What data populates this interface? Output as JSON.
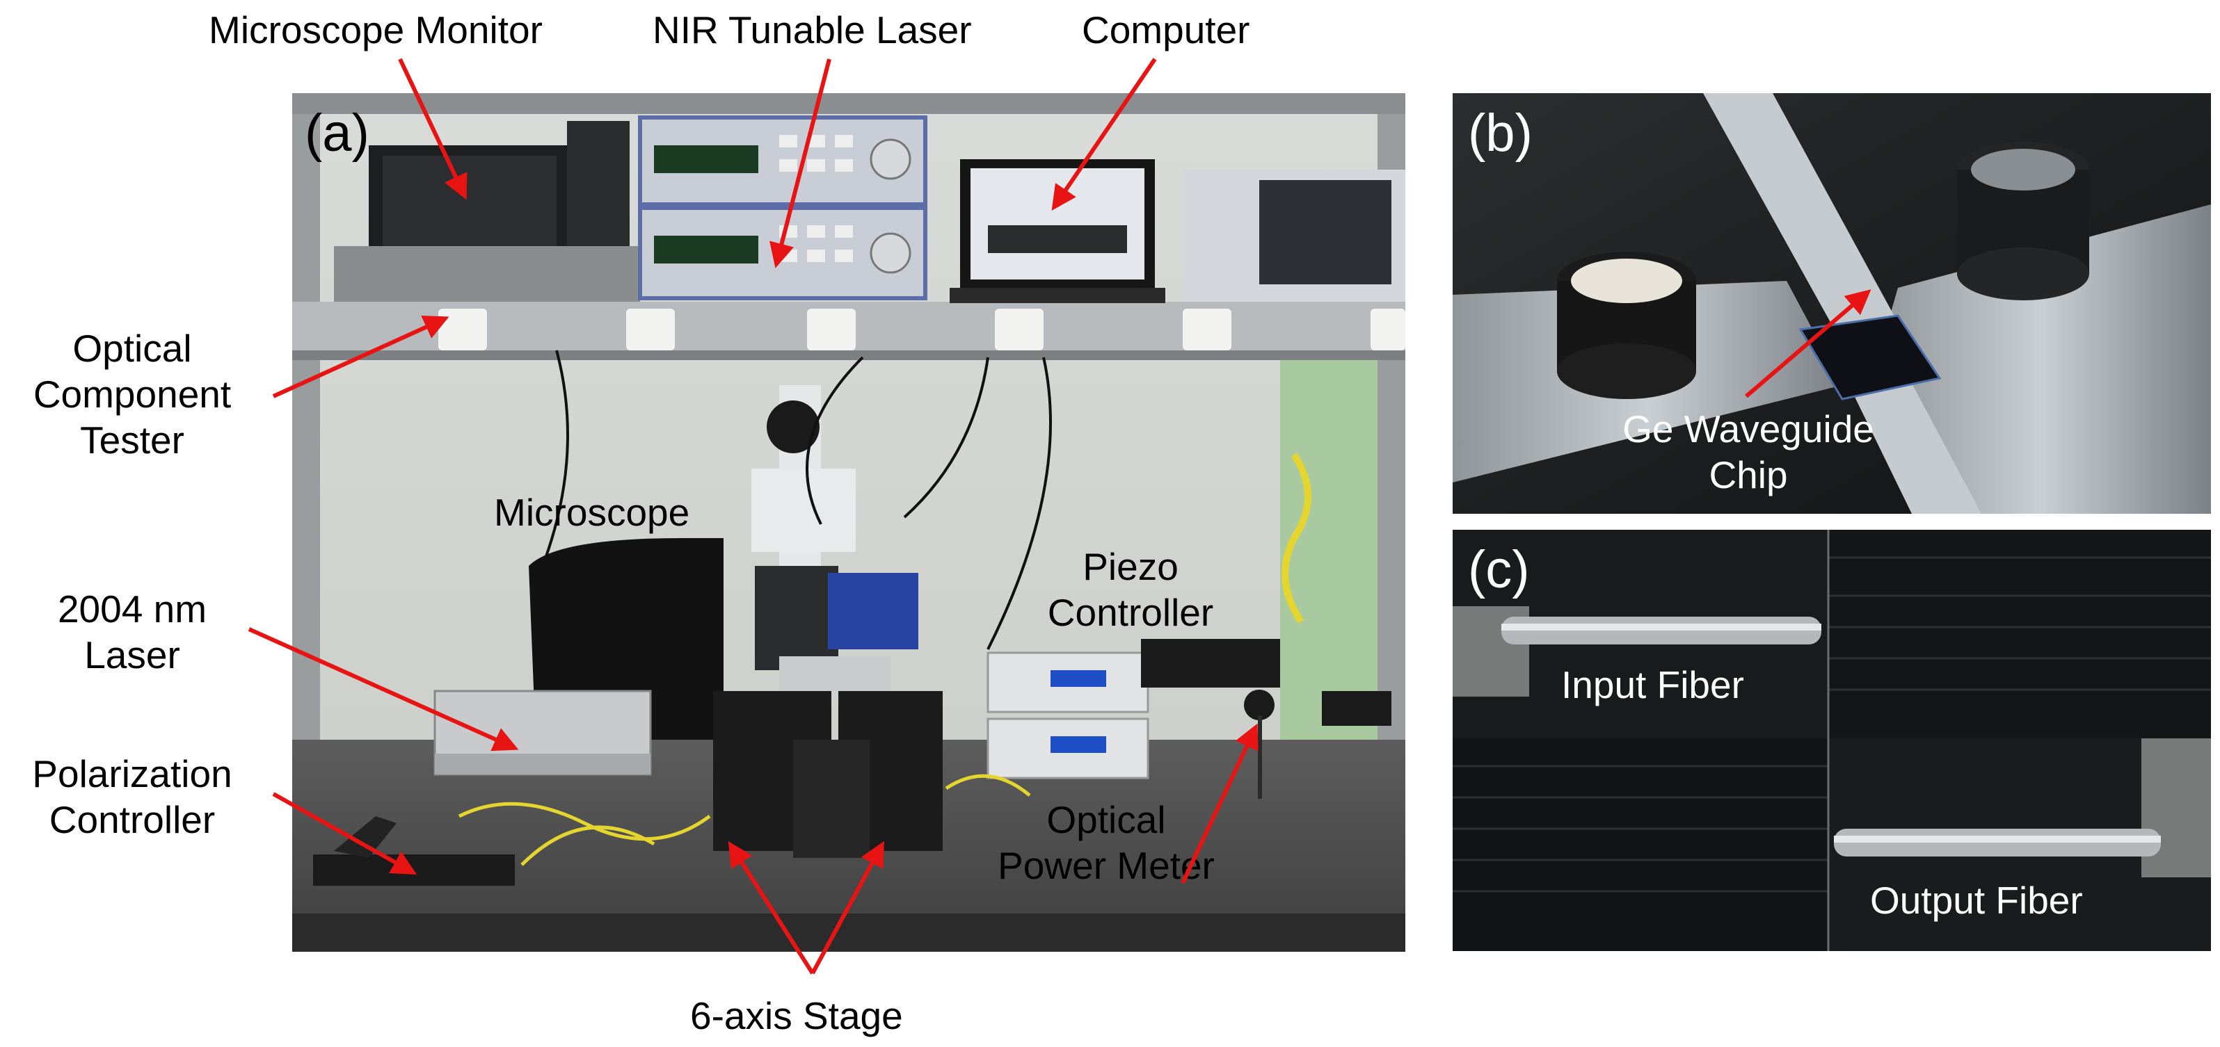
{
  "panels": {
    "a": {
      "letter": "(a)"
    },
    "b": {
      "letter": "(b)"
    },
    "c": {
      "letter": "(c)"
    }
  },
  "labels": {
    "microscope_monitor": "Microscope Monitor",
    "nir_laser": "NIR Tunable Laser",
    "computer": "Computer",
    "optical_tester": [
      "Optical",
      "Component",
      "Tester"
    ],
    "microscope": "Microscope",
    "piezo": [
      "Piezo",
      "Controller"
    ],
    "laser_2004": [
      "2004 nm",
      "Laser"
    ],
    "polarization": [
      "Polarization",
      "Controller"
    ],
    "power_meter": [
      "Optical",
      "Power Meter"
    ],
    "stage": "6-axis Stage",
    "chip": [
      "Ge Waveguide",
      "Chip"
    ],
    "input_fiber": "Input Fiber",
    "output_fiber": "Output Fiber"
  },
  "colors": {
    "arrow": "#e81414",
    "text": "#000000",
    "background": "#ffffff"
  }
}
